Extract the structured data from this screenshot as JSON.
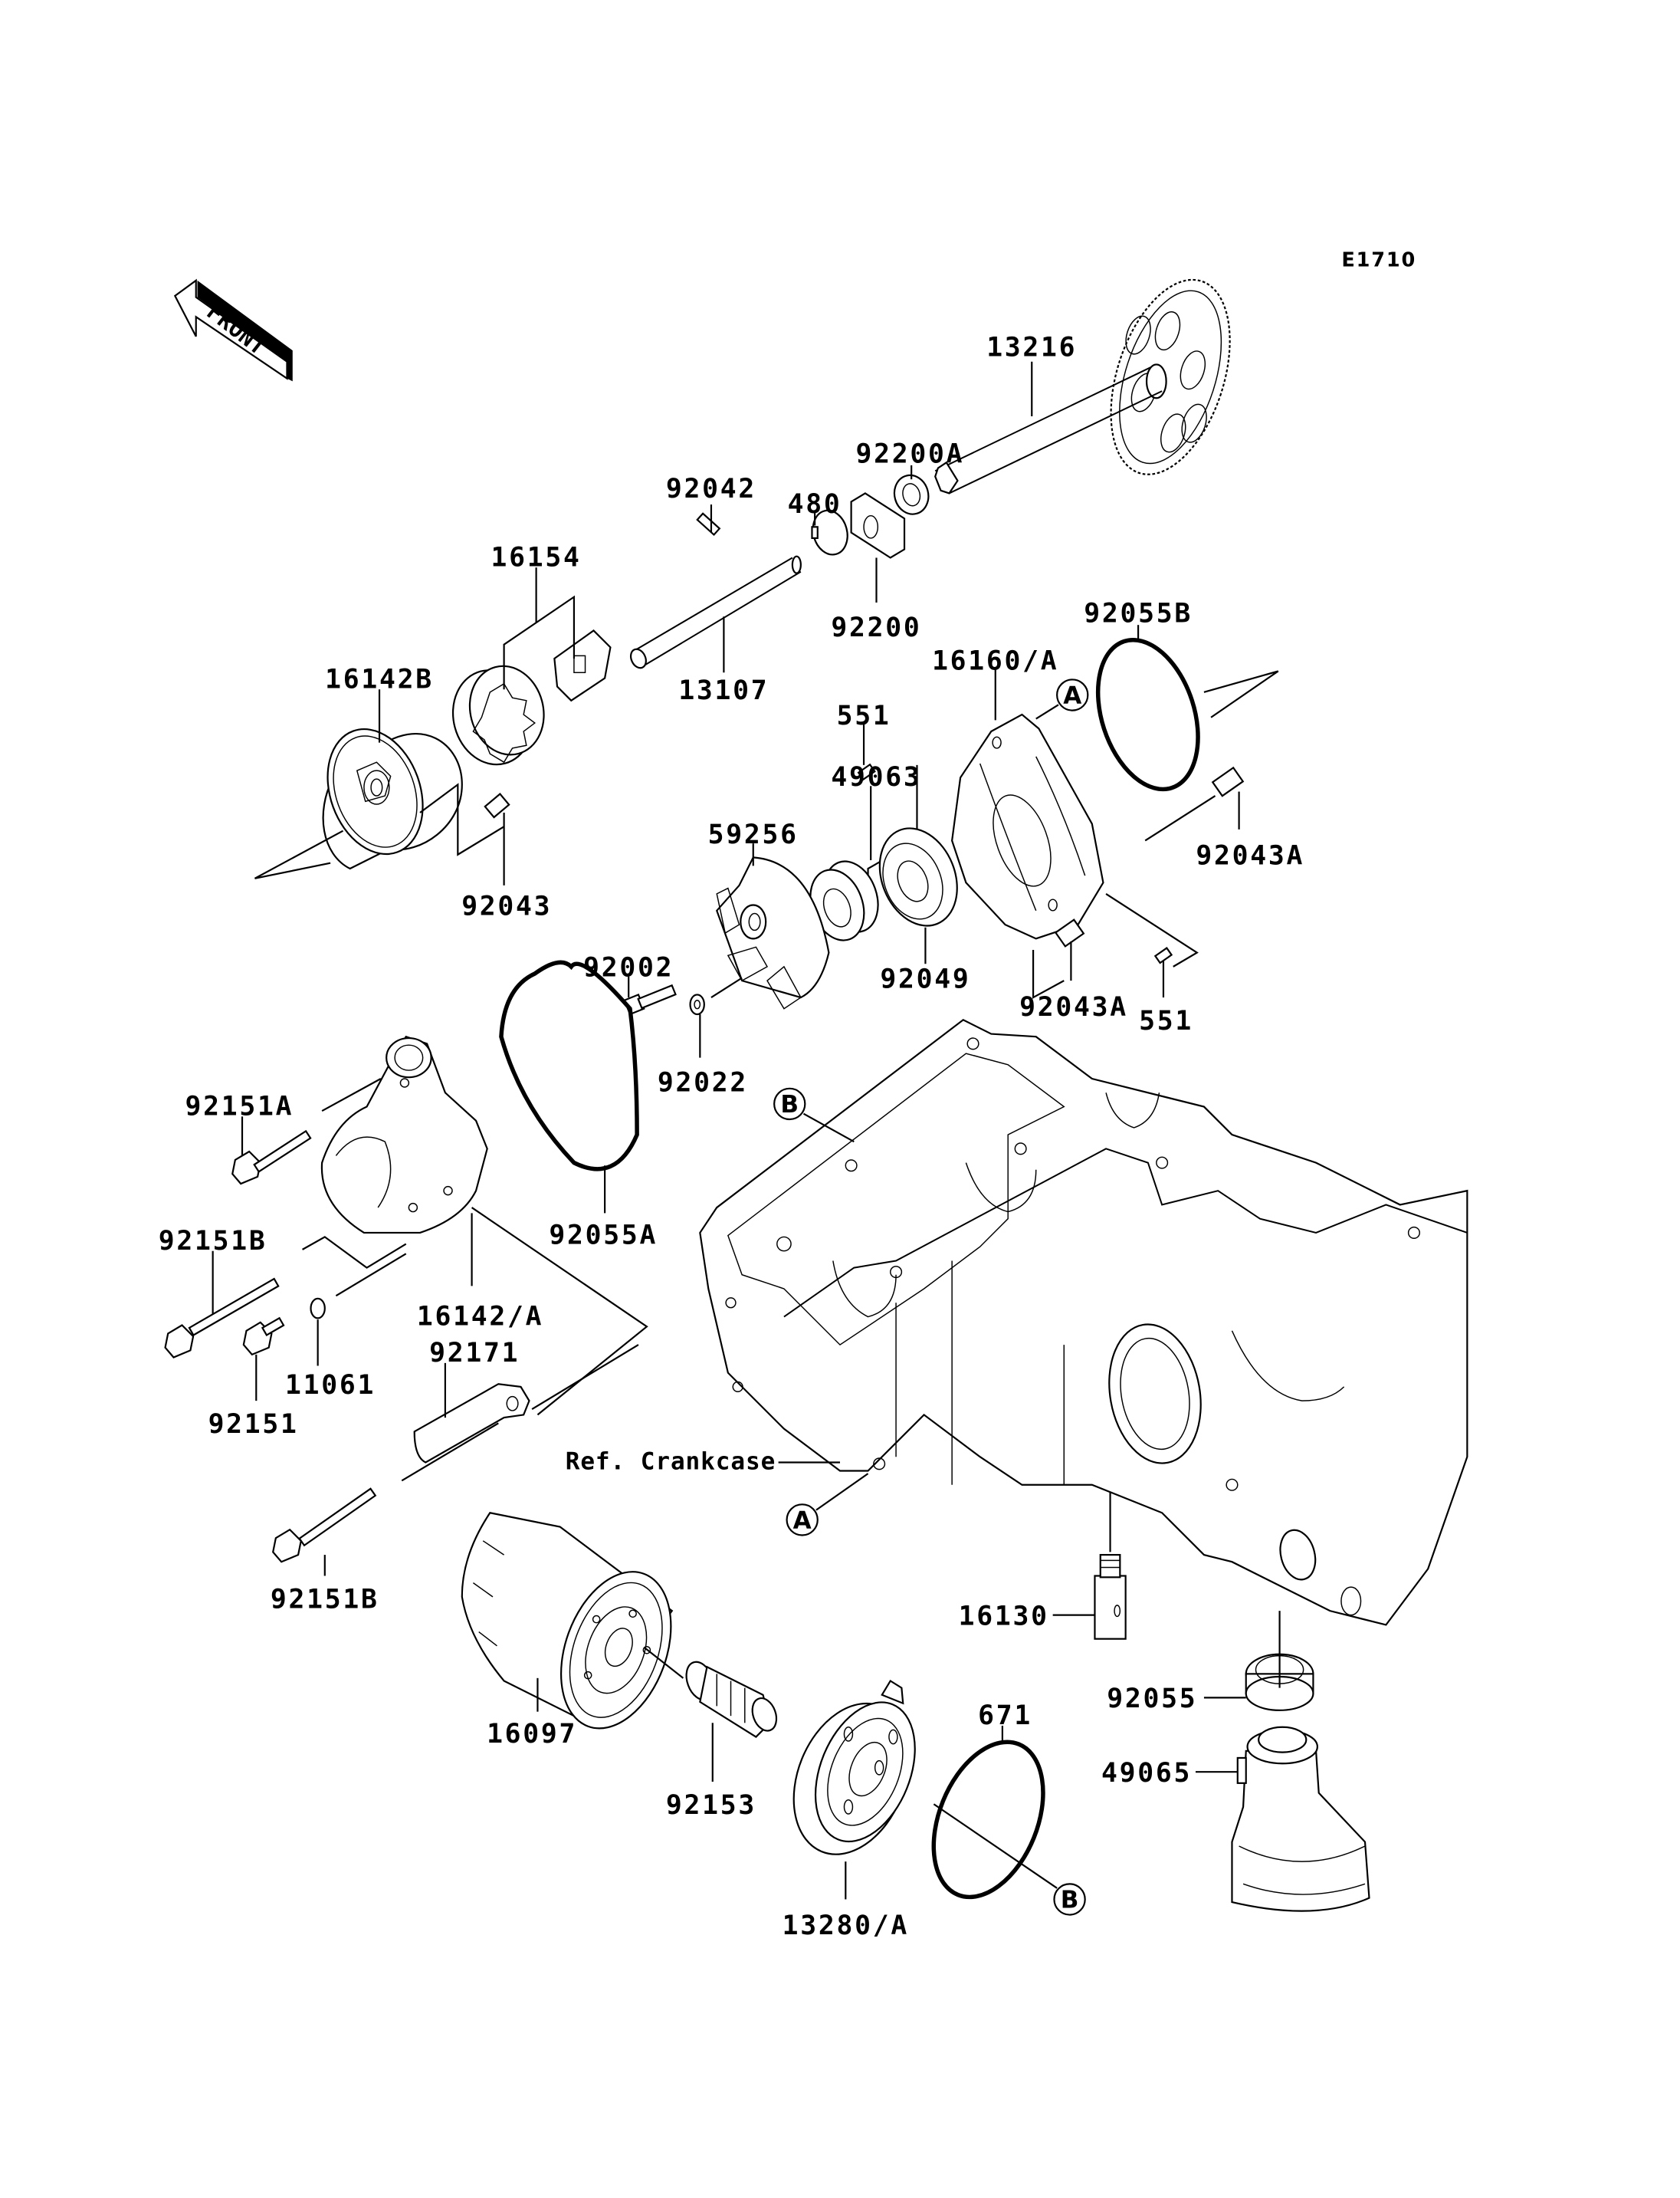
{
  "diagram": {
    "code": "E1710",
    "direction_indicator": "FRONT",
    "reference_note": "Ref. Crankcase",
    "callouts": [
      "A",
      "B"
    ],
    "parts": [
      {
        "id": "p13216",
        "label": "13216",
        "component": "oil pump shaft with gear"
      },
      {
        "id": "p92200A",
        "label": "92200A",
        "component": "washer"
      },
      {
        "id": "p480",
        "label": "480",
        "component": "circlip"
      },
      {
        "id": "p92042",
        "label": "92042",
        "component": "pin"
      },
      {
        "id": "p16154",
        "label": "16154",
        "component": "rotor set"
      },
      {
        "id": "p92200",
        "label": "92200",
        "component": "plate"
      },
      {
        "id": "p13107",
        "label": "13107",
        "component": "shaft"
      },
      {
        "id": "p16142B",
        "label": "16142B",
        "component": "pump body"
      },
      {
        "id": "p16160A",
        "label": "16160/A",
        "component": "pump cover"
      },
      {
        "id": "p92055B",
        "label": "92055B",
        "component": "o-ring"
      },
      {
        "id": "p551_1",
        "label": "551",
        "component": "pin"
      },
      {
        "id": "p49063",
        "label": "49063",
        "component": "mechanical seal"
      },
      {
        "id": "p59256",
        "label": "59256",
        "component": "impeller"
      },
      {
        "id": "p92043",
        "label": "92043",
        "component": "dowel pin"
      },
      {
        "id": "p92043A_1",
        "label": "92043A",
        "component": "dowel pin"
      },
      {
        "id": "p92049",
        "label": "92049",
        "component": "oil seal"
      },
      {
        "id": "p92002",
        "label": "92002",
        "component": "bolt"
      },
      {
        "id": "p92043A_2",
        "label": "92043A",
        "component": "dowel pin"
      },
      {
        "id": "p551_2",
        "label": "551",
        "component": "pin"
      },
      {
        "id": "p92022",
        "label": "92022",
        "component": "washer"
      },
      {
        "id": "p92151A",
        "label": "92151A",
        "component": "bolt"
      },
      {
        "id": "p92055A",
        "label": "92055A",
        "component": "o-ring"
      },
      {
        "id": "p92151B_1",
        "label": "92151B",
        "component": "bolt"
      },
      {
        "id": "p16142A",
        "label": "16142/A",
        "component": "water pump housing"
      },
      {
        "id": "p92171",
        "label": "92171",
        "component": "clamp"
      },
      {
        "id": "p11061",
        "label": "11061",
        "component": "gasket"
      },
      {
        "id": "p92151",
        "label": "92151",
        "component": "bolt"
      },
      {
        "id": "p92151B_2",
        "label": "92151B",
        "component": "bolt"
      },
      {
        "id": "p16130",
        "label": "16130",
        "component": "oil pipe fitting"
      },
      {
        "id": "p16097",
        "label": "16097",
        "component": "oil filter"
      },
      {
        "id": "p92055",
        "label": "92055",
        "component": "o-ring"
      },
      {
        "id": "p671",
        "label": "671",
        "component": "o-ring"
      },
      {
        "id": "p92153",
        "label": "92153",
        "component": "bolt / nipple"
      },
      {
        "id": "p49065",
        "label": "49065",
        "component": "oil strainer"
      },
      {
        "id": "p13280A",
        "label": "13280/A",
        "component": "oil cooler"
      }
    ]
  }
}
